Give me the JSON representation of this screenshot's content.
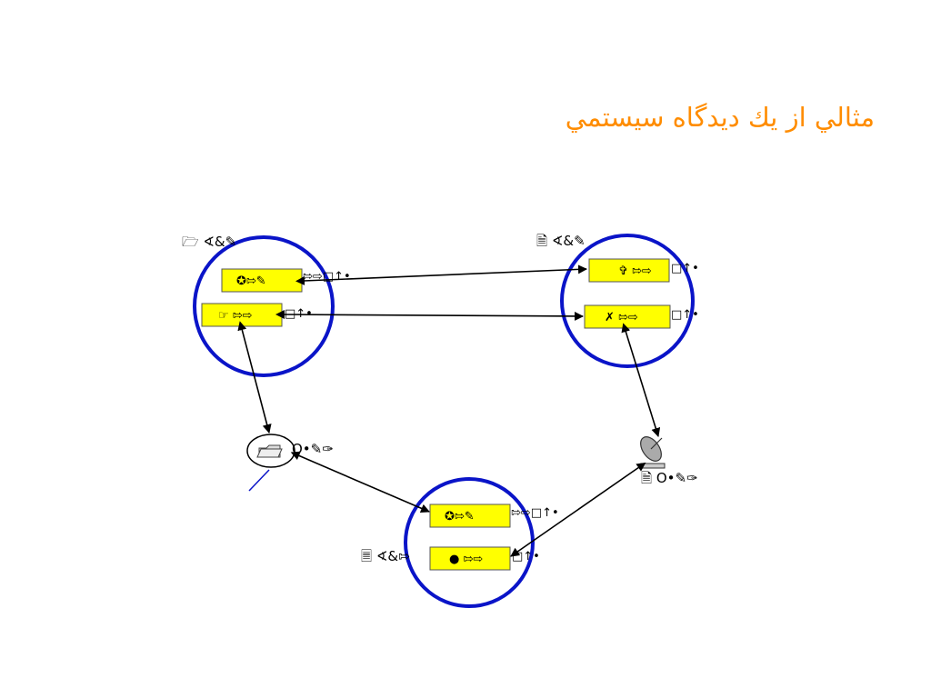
{
  "slide": {
    "title": "مثالي از يك ديدگاه سيستمي"
  },
  "colors": {
    "title": "#ff8c00",
    "circle": "#0a14c8",
    "box_fill": "#ffff00",
    "arrow": "#000000"
  },
  "nodes": {
    "top_left": {
      "label": "🗁 ∢&✎",
      "box1": "✪⇰✎",
      "box1_tag": "⇰⇨□↑•",
      "box2": "☞ ⇰⇨",
      "box2_tag": "□↑•"
    },
    "top_right": {
      "label": "🗎 ∢&✎",
      "box1": "✞ ⇰⇨",
      "box1_tag": "□↑•",
      "box2": "✗ ⇰⇨",
      "box2_tag": "□↑•"
    },
    "bottom": {
      "label": "🗏 ∢&⇰",
      "box1": "✪⇰✎",
      "box1_tag": "⇰⇨□↑•",
      "box2": "● ⇰⇨",
      "box2_tag": "□↑•"
    },
    "left_small": {
      "label": "O•✎✑"
    },
    "right_dish": {
      "label": "🗎 O•✎✑"
    }
  },
  "icons": {
    "folder": "folder-icon",
    "dish": "satellite-dish-icon"
  }
}
